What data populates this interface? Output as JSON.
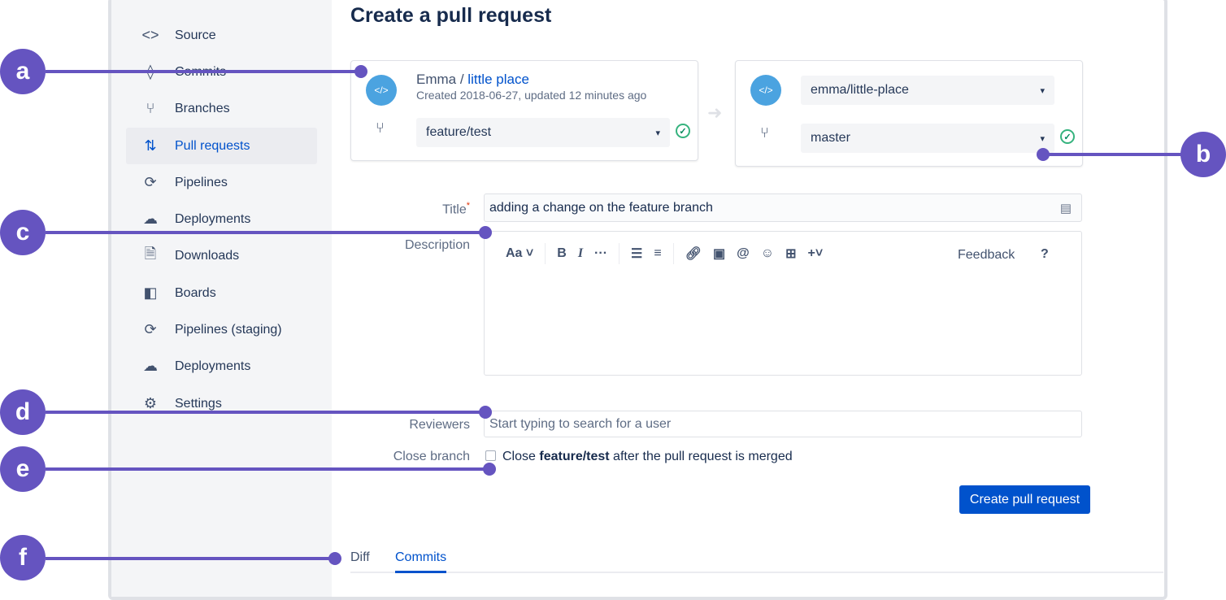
{
  "sidebar": {
    "items": [
      {
        "label": "Source",
        "icon": "code-icon"
      },
      {
        "label": "Commits",
        "icon": "commit-icon"
      },
      {
        "label": "Branches",
        "icon": "branch-icon"
      },
      {
        "label": "Pull requests",
        "icon": "pull-request-icon",
        "active": true
      },
      {
        "label": "Pipelines",
        "icon": "pipelines-icon"
      },
      {
        "label": "Deployments",
        "icon": "cloud-upload-icon"
      },
      {
        "label": "Downloads",
        "icon": "file-icon"
      },
      {
        "label": "Boards",
        "icon": "board-icon"
      },
      {
        "label": "Pipelines (staging)",
        "icon": "pipelines-icon"
      },
      {
        "label": "Deployments",
        "icon": "cloud-upload-icon"
      },
      {
        "label": "Settings",
        "icon": "gear-icon"
      }
    ]
  },
  "page": {
    "title": "Create a pull request"
  },
  "source": {
    "owner": "Emma",
    "sep": " / ",
    "repo": "little place",
    "meta": "Created 2018-06-27, updated 12 minutes ago",
    "branch": "feature/test"
  },
  "destination": {
    "repo": "emma/little-place",
    "branch": "master"
  },
  "form": {
    "title_label": "Title",
    "required_mark": "*",
    "title_value": "adding a change on the feature branch",
    "description_label": "Description",
    "toolbar": {
      "text_style": "Aa",
      "feedback": "Feedback",
      "help": "?"
    },
    "reviewers_label": "Reviewers",
    "reviewers_placeholder": "Start typing to search for a user",
    "close_branch_label": "Close branch",
    "close_pre": "Close ",
    "close_branch": "feature/test",
    "close_post": " after the pull request is merged",
    "submit": "Create pull request"
  },
  "tabs": [
    {
      "label": "Diff"
    },
    {
      "label": "Commits",
      "active": true
    }
  ],
  "callouts": [
    "a",
    "b",
    "c",
    "d",
    "e",
    "f"
  ],
  "colors": {
    "accent": "#0052cc",
    "callout": "#6554c0",
    "success": "#00875a"
  }
}
